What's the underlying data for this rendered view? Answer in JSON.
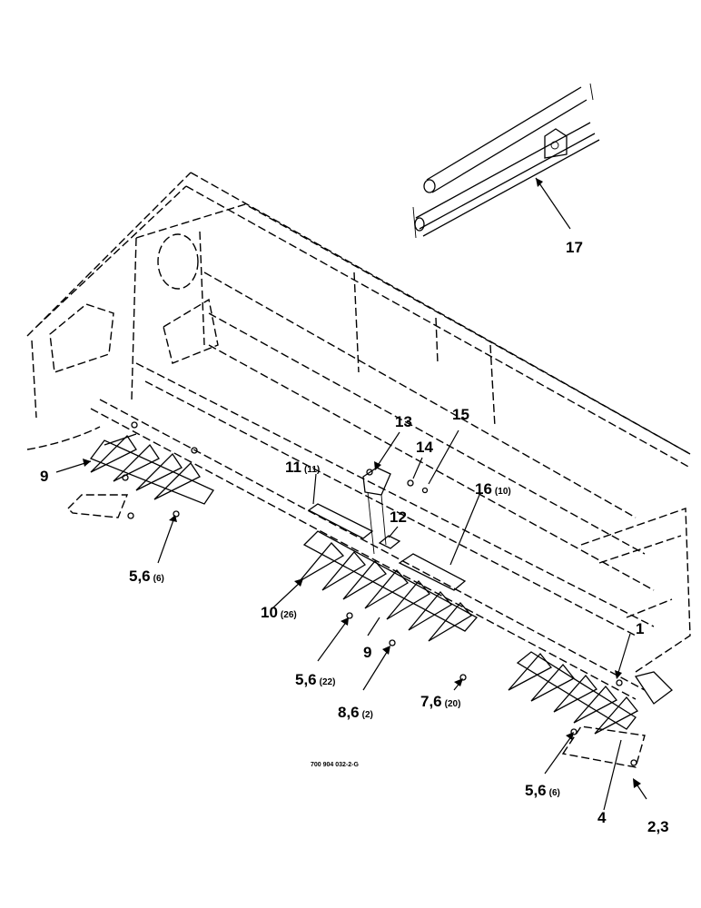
{
  "drawing_number": "700 904 032-2-G",
  "callouts": [
    {
      "id": "c17",
      "label": "17",
      "qty": ""
    },
    {
      "id": "c13",
      "label": "13",
      "qty": ""
    },
    {
      "id": "c15",
      "label": "15",
      "qty": ""
    },
    {
      "id": "c14",
      "label": "14",
      "qty": ""
    },
    {
      "id": "c11",
      "label": "11",
      "qty": "(11)"
    },
    {
      "id": "c16",
      "label": "16",
      "qty": "(10)"
    },
    {
      "id": "c12",
      "label": "12",
      "qty": ""
    },
    {
      "id": "c9a",
      "label": "9",
      "qty": ""
    },
    {
      "id": "c56a",
      "label": "5,6",
      "qty": "(6)"
    },
    {
      "id": "c10",
      "label": "10",
      "qty": "(26)"
    },
    {
      "id": "c9b",
      "label": "9",
      "qty": ""
    },
    {
      "id": "c56b",
      "label": "5,6",
      "qty": "(22)"
    },
    {
      "id": "c86",
      "label": "8,6",
      "qty": "(2)"
    },
    {
      "id": "c76",
      "label": "7,6",
      "qty": "(20)"
    },
    {
      "id": "c1",
      "label": "1",
      "qty": ""
    },
    {
      "id": "c56c",
      "label": "5,6",
      "qty": "(6)"
    },
    {
      "id": "c4",
      "label": "4",
      "qty": ""
    },
    {
      "id": "c23",
      "label": "2,3",
      "qty": ""
    }
  ]
}
